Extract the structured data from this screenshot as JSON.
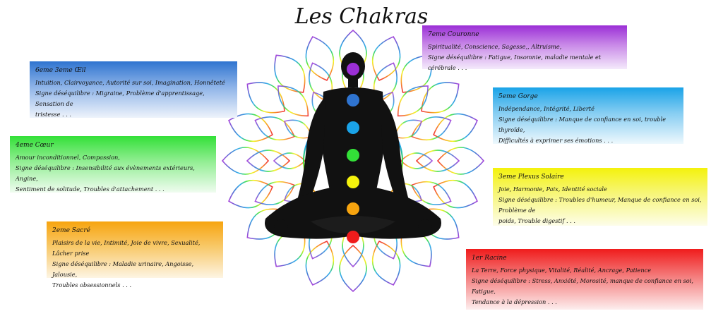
{
  "title": "Les Chakras",
  "colors": {
    "crown": "#9b2fd6",
    "third_eye": "#2f74d0",
    "throat": "#1aa3e8",
    "heart": "#33e038",
    "solar": "#f4f20c",
    "sacral": "#f7a40f",
    "root": "#f01c1c",
    "silhouette": "#111111"
  },
  "chakras": [
    {
      "name": "7eme Couronne",
      "line1": "Spiritualité, Conscience, Sagesse,, Altruisme,",
      "line2": "Signe déséquilibre : Fatigue, Insomnie, maladie mentale et cérébrale . . ."
    },
    {
      "name": "6eme 3eme Œil",
      "line1": "Intuition, Clairvoyance, Autorité sur soi, Imagination, Honnêteté",
      "line2": "Signe déséquilibre : Migraine, Problème d'apprentissage, Sensation de",
      "line3": "tristesse . . ."
    },
    {
      "name": "5eme Gorge",
      "line1": "Indépendance, Intégrité, Liberté",
      "line2": "Signe déséquilibre : Manque de confiance en soi, trouble thyroïde,",
      "line3": "Difficultés à exprimer ses émotions . . ."
    },
    {
      "name": "4eme Cœur",
      "line1": "Amour inconditionnel, Compassion,",
      "line2": "Signe déséquilibre : Insensibilité aux évènements extérieurs, Angine,",
      "line3": "Sentiment de solitude, Troubles d'attachement . . ."
    },
    {
      "name": "3eme Plexus Solaire",
      "line1": "Joie, Harmonie, Paix, Identité sociale",
      "line2": "Signe déséquilibre : Troubles d'humeur, Manque de confiance en soi, Problème de",
      "line3": "poids, Trouble digestif . . ."
    },
    {
      "name": "2eme Sacré",
      "line1": "Plaisirs de la vie, Intimité, Joie de vivre, Sexualité, Lâcher prise",
      "line2": "Signe déséquilibre : Maladie urinaire, Angoisse, Jalousie,",
      "line3": "Troubles obsessionnels . . ."
    },
    {
      "name": "1er Racine",
      "line1": "La Terre, Force physique, Vitalité, Réalité, Ancrage, Patience",
      "line2": "Signe déséquilibre : Stress, Anxiété, Morosité, manque de confiance en soi, Fatigue,",
      "line3": "Tendance à la dépression . . ."
    }
  ]
}
